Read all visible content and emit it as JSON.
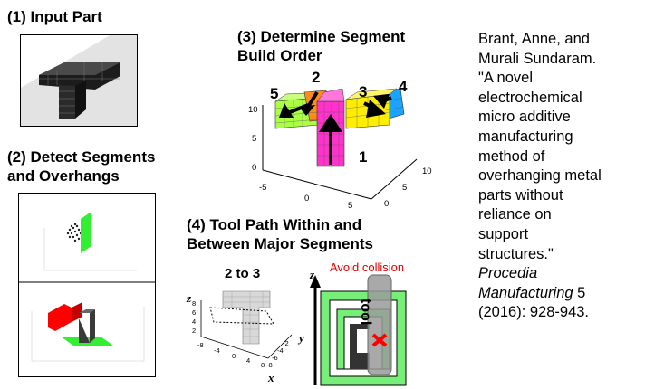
{
  "steps": {
    "s1": "(1) Input Part",
    "s2_line1": "(2) Detect Segments",
    "s2_line2": "and Overhangs",
    "s3_line1": "(3) Determine Segment",
    "s3_line2": "Build Order",
    "s4_line1": "(4) Tool Path Within and",
    "s4_line2": "Between Major Segments"
  },
  "build_order_labels": [
    "5",
    "2",
    "3",
    "4",
    "1"
  ],
  "panel3_axes": {
    "z_ticks": [
      "10",
      "5",
      "0"
    ],
    "x_ticks": [
      "-5",
      "0",
      "5"
    ],
    "y_ticks": [
      "10",
      "5",
      "0"
    ]
  },
  "panel4": {
    "transition_label": "2 to 3",
    "z_axis": "z",
    "x_axis": "x",
    "y_axis": "y",
    "z_ticks": [
      "8",
      "6",
      "4",
      "2"
    ],
    "x_ticks": [
      "-8",
      "-4",
      "0",
      "4",
      "8"
    ],
    "y_ticks": [
      "-2",
      "-4",
      "-6",
      "-8"
    ],
    "avoid_text": "Avoid collision",
    "tool_text": "tool",
    "tool_z_label": "z"
  },
  "citation": {
    "line1": "Brant, Anne, and",
    "line2": "Murali Sundaram.",
    "line3": "\"A novel",
    "line4": "electrochemical",
    "line5": "micro additive",
    "line6": "manufacturing",
    "line7": "method of",
    "line8": "overhanging metal",
    "line9": "parts without",
    "line10": "reliance on",
    "line11": "support",
    "line12": "structures.\"",
    "journal": "Procedia",
    "journal2": "Manufacturing",
    "volume": "5",
    "pages": "(2016): 928-943."
  },
  "colors": {
    "segment1": "#ff33cc",
    "segment2": "#ff8c1a",
    "segment3": "#ffee00",
    "segment4": "#1aa3ff",
    "segment5": "#aaff44",
    "overhang": "#ff0000",
    "base": "#33ee33",
    "avoid": "#e00000"
  }
}
